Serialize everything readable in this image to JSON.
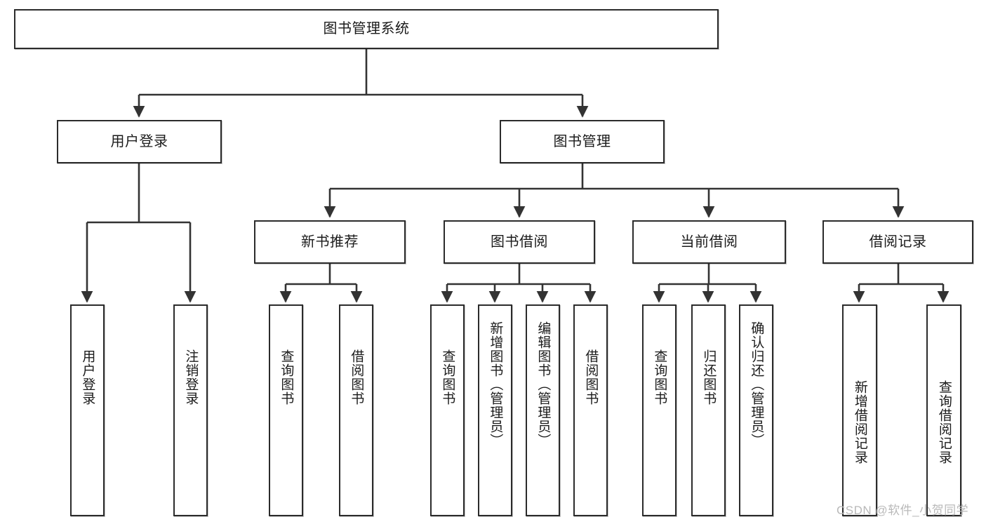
{
  "diagram": {
    "type": "tree-hierarchy-chart",
    "title": "图书管理系统",
    "watermark": "CSDN @软件_小贺同学",
    "colors": {
      "box_border": "#2b2b2b",
      "box_fill": "#ffffff",
      "connector": "#333333",
      "text": "#1b1b1b",
      "watermark": "#b9b9b9"
    },
    "levels": {
      "root": {
        "label": "图书管理系统"
      },
      "level2": [
        {
          "label": "用户登录"
        },
        {
          "label": "图书管理"
        }
      ],
      "level3": [
        {
          "label": "新书推荐"
        },
        {
          "label": "图书借阅"
        },
        {
          "label": "当前借阅"
        },
        {
          "label": "借阅记录"
        }
      ],
      "leaves": [
        {
          "label": "用户登录",
          "parent": "用户登录"
        },
        {
          "label": "注销登录",
          "parent": "用户登录"
        },
        {
          "label": "查询图书",
          "parent": "新书推荐"
        },
        {
          "label": "借阅图书",
          "parent": "新书推荐"
        },
        {
          "label": "查询图书",
          "parent": "图书借阅"
        },
        {
          "label": "新增图书（管理员）",
          "parent": "图书借阅"
        },
        {
          "label": "编辑图书（管理员）",
          "parent": "图书借阅"
        },
        {
          "label": "借阅图书",
          "parent": "图书借阅"
        },
        {
          "label": "查询图书",
          "parent": "当前借阅"
        },
        {
          "label": "归还图书",
          "parent": "当前借阅"
        },
        {
          "label": "确认归还（管理员）",
          "parent": "当前借阅"
        },
        {
          "label": "新增借阅记录",
          "parent": "借阅记录"
        },
        {
          "label": "查询借阅记录",
          "parent": "借阅记录"
        }
      ]
    }
  }
}
